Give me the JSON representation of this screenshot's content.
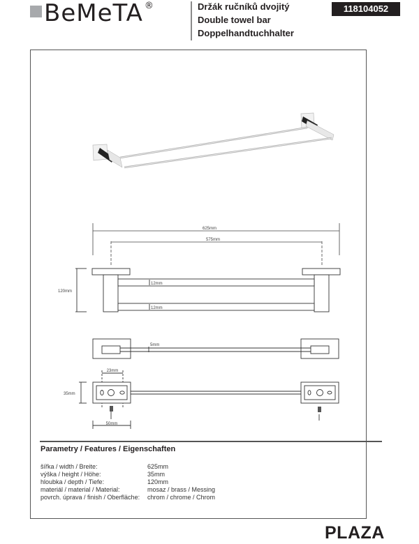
{
  "header": {
    "brand": "BEMETA",
    "brand_display": "BeMeTA",
    "registered_mark": "®",
    "titles": [
      "Držák ručníků dvojitý",
      "Double towel bar",
      "Doppelhandtuchhalter"
    ],
    "product_code": "118104052"
  },
  "drawing": {
    "dimensions": {
      "overall_width": "625mm",
      "bar_span": "575mm",
      "depth": "120mm",
      "bar_thickness_top": "12mm",
      "bar_thickness_bottom": "12mm",
      "bar_gap": "5mm",
      "hole_spacing": "23mm",
      "base_height": "35mm",
      "base_width": "50mm"
    }
  },
  "features": {
    "title": "Parametry / Features / Eigenschaften",
    "rows": [
      {
        "label": "šířka / width / Breite:",
        "value": "625mm"
      },
      {
        "label": "výška / height / Höhe:",
        "value": "35mm"
      },
      {
        "label": "hloubka / depth / Tiefe:",
        "value": "120mm"
      },
      {
        "label": "materiál / material / Material:",
        "value": "mosaz / brass / Messing"
      },
      {
        "label": "povrch. úprava / finish / Oberfläche:",
        "value": "chrom / chrome / Chrom"
      }
    ]
  },
  "footer": {
    "series": "PLAZA"
  },
  "colors": {
    "text": "#231f20",
    "logo_square": "#a7a9ac",
    "badge_bg": "#231f20",
    "badge_text": "#ffffff",
    "line": "#555555"
  }
}
